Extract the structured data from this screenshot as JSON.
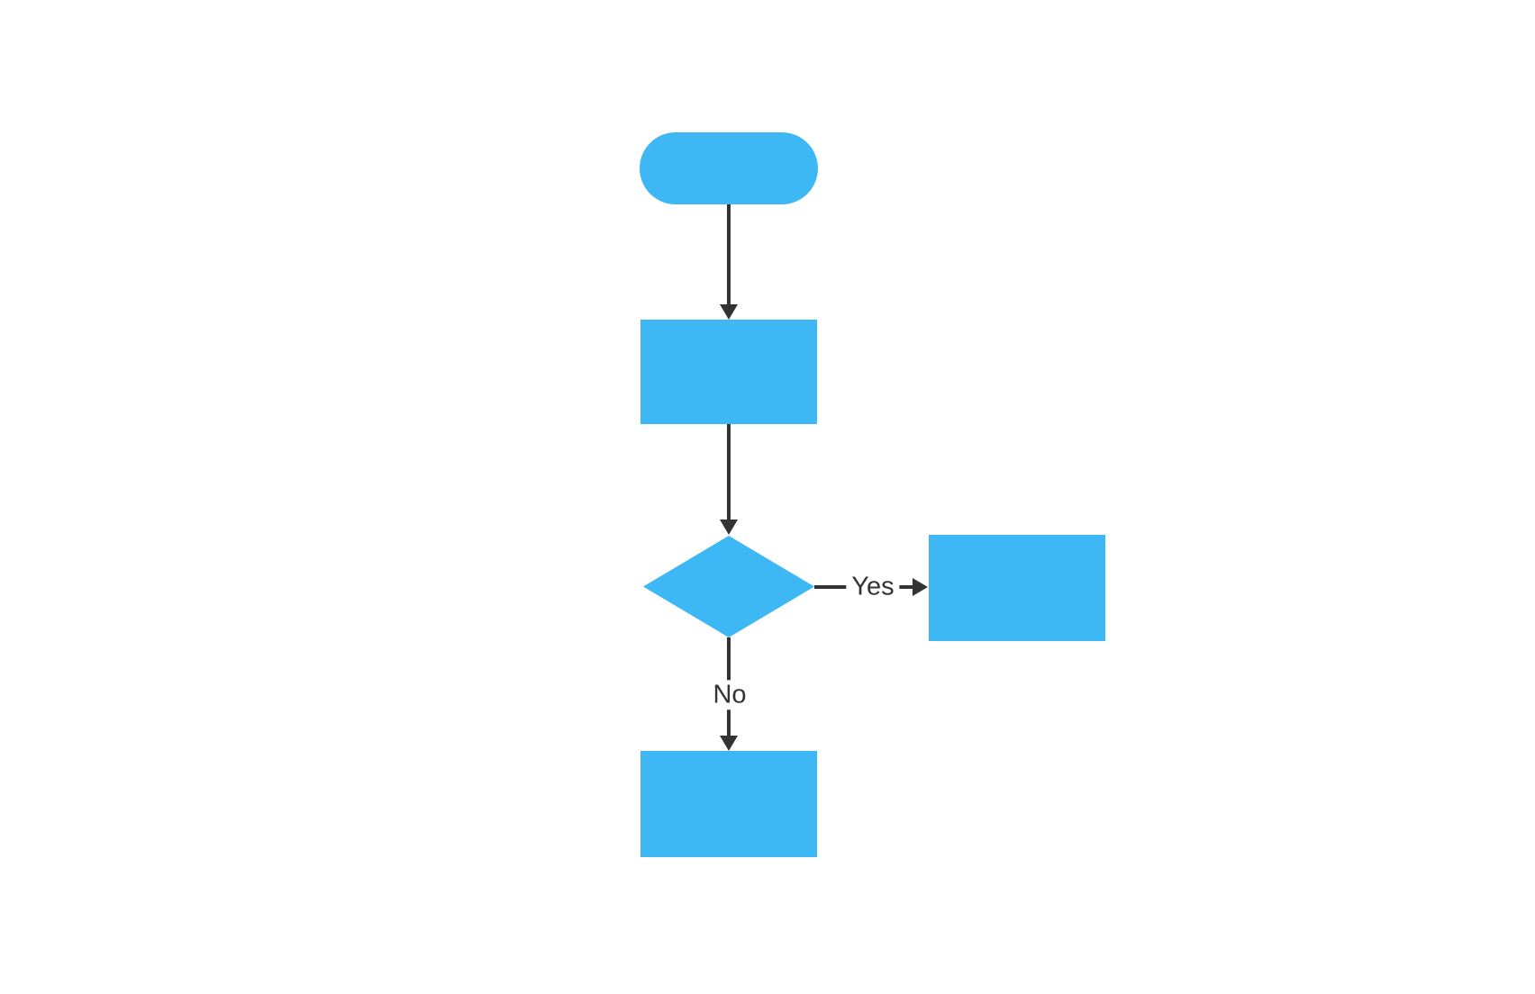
{
  "diagram": {
    "type": "flowchart",
    "direction": "top-down",
    "background_color": "#ffffff",
    "node_fill_color": "#3eb7f5",
    "edge_color": "#333333",
    "label_color": "#333333",
    "nodes": [
      {
        "id": "start",
        "shape": "stadium",
        "label": ""
      },
      {
        "id": "process-1",
        "shape": "rectangle",
        "label": ""
      },
      {
        "id": "decision-1",
        "shape": "diamond",
        "label": ""
      },
      {
        "id": "process-yes",
        "shape": "rectangle",
        "label": ""
      },
      {
        "id": "process-no",
        "shape": "rectangle",
        "label": ""
      }
    ],
    "edges": [
      {
        "from": "start",
        "to": "process-1",
        "label": ""
      },
      {
        "from": "process-1",
        "to": "decision-1",
        "label": ""
      },
      {
        "from": "decision-1",
        "to": "process-yes",
        "label": "Yes"
      },
      {
        "from": "decision-1",
        "to": "process-no",
        "label": "No"
      }
    ]
  }
}
